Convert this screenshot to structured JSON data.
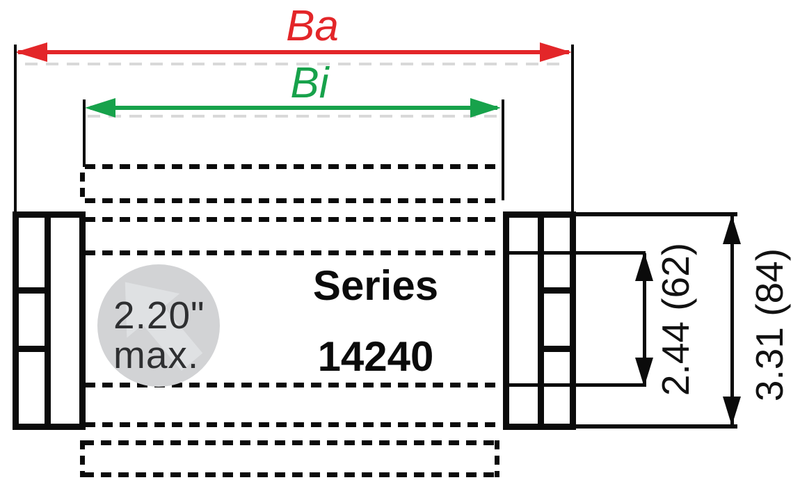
{
  "drawing": {
    "product": {
      "series_word": "Series",
      "series_number": "14240"
    },
    "max_diameter_badge": {
      "value_line": "2.20\"",
      "qualifier_line": "max."
    },
    "dimensions": {
      "overall_length": {
        "label": "Ba",
        "color": "#e32629"
      },
      "inner_length": {
        "label": "Bi",
        "color": "#17a24b"
      },
      "mid_diameter": {
        "label": "2.44 (62)",
        "color": "#111111"
      },
      "outer_diameter": {
        "label": "3.31 (84)",
        "color": "#111111"
      }
    },
    "colors": {
      "line_black": "#0b0b0b",
      "ba_red": "#e32629",
      "bi_green": "#17a24b",
      "circle_fill": "#d2d3d5",
      "circle_watermark": "#dfe1e3",
      "badge_text": "#2e2f31"
    }
  }
}
